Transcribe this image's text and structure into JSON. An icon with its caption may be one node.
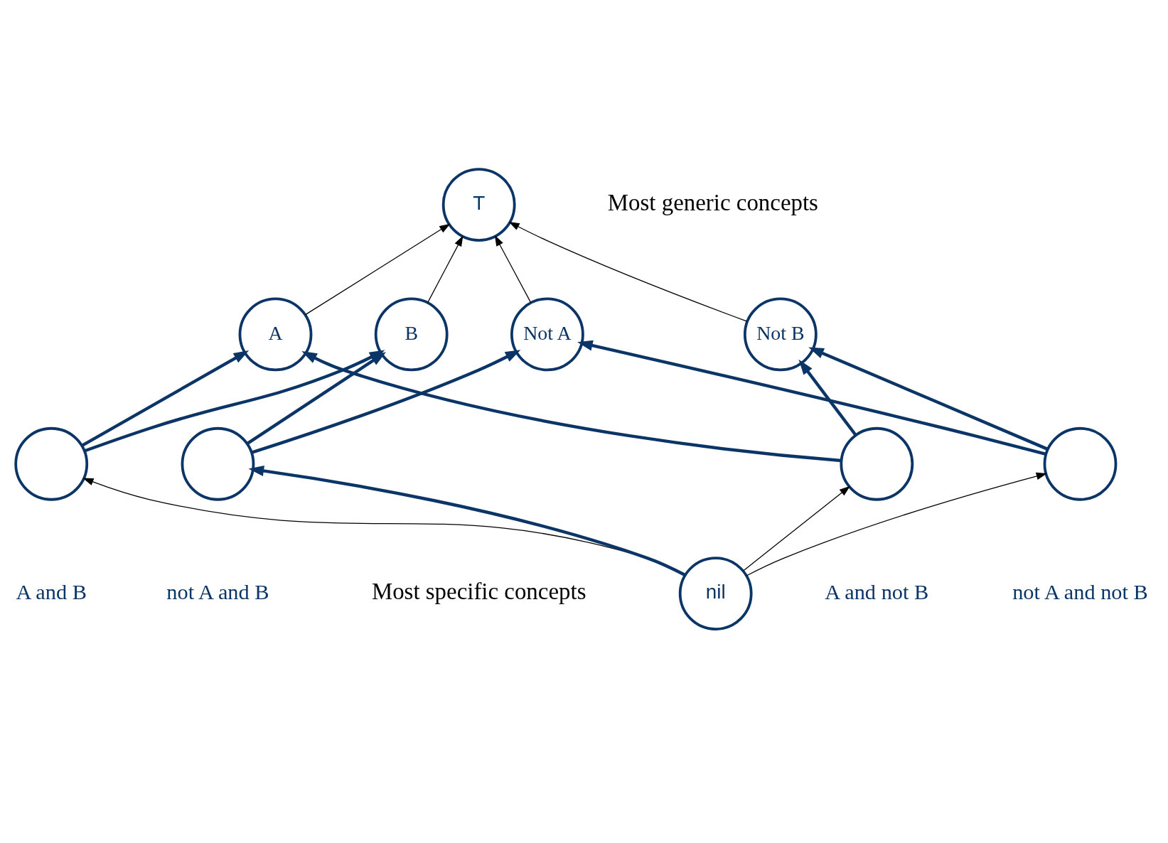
{
  "diagram": {
    "nodes": [
      {
        "text": [
          "T"
        ]
      },
      {
        "text": [
          "A"
        ]
      },
      {
        "text": [
          "B"
        ]
      },
      {
        "text": [
          "Not A"
        ]
      },
      {
        "text": [
          "Not B"
        ]
      },
      {
        "text": [],
        "shape": "circle",
        "beside": [
          "A and B"
        ]
      },
      {
        "text": [],
        "shape": "circle",
        "beside": [
          "not A and B"
        ]
      },
      {
        "text": [],
        "shape": "circle",
        "beside": [
          "A and not B"
        ]
      },
      {
        "text": [],
        "shape": "circle",
        "beside": [
          "not A and not B"
        ]
      },
      {
        "text": [
          "nil"
        ]
      }
    ],
    "edges": [
      {
        "from": 1,
        "to": 0,
        "arrow": "to",
        "color": "#000000"
      },
      {
        "from": 2,
        "to": 0,
        "arrow": "to",
        "color": "#000000"
      },
      {
        "from": 3,
        "to": 0,
        "arrow": "to",
        "color": "#000000"
      },
      {
        "from": 4,
        "to": 0,
        "arrow": "to",
        "color": "#000000"
      },
      {
        "from": 5,
        "to": 1,
        "arrow": "to"
      },
      {
        "from": 5,
        "to": 2,
        "arrow": "to"
      },
      {
        "from": 6,
        "to": 2,
        "arrow": "to"
      },
      {
        "from": 6,
        "to": 3,
        "arrow": "to"
      },
      {
        "from": 7,
        "to": 1,
        "arrow": "to"
      },
      {
        "from": 7,
        "to": 4,
        "arrow": "to"
      },
      {
        "from": 8,
        "to": 3,
        "arrow": "to"
      },
      {
        "from": 8,
        "to": 4,
        "arrow": "to"
      },
      {
        "from": 9,
        "to": 5,
        "arrow": "to",
        "color": "#000000"
      },
      {
        "from": 9,
        "to": 6,
        "arrow": "to"
      },
      {
        "from": 9,
        "to": 7,
        "arrow": "to",
        "color": "#000000"
      },
      {
        "from": 9,
        "to": 8,
        "arrow": "to",
        "color": "#000000"
      }
    ],
    "labels": [
      "Most generic concepts",
      "Most specific concepts"
    ]
  }
}
